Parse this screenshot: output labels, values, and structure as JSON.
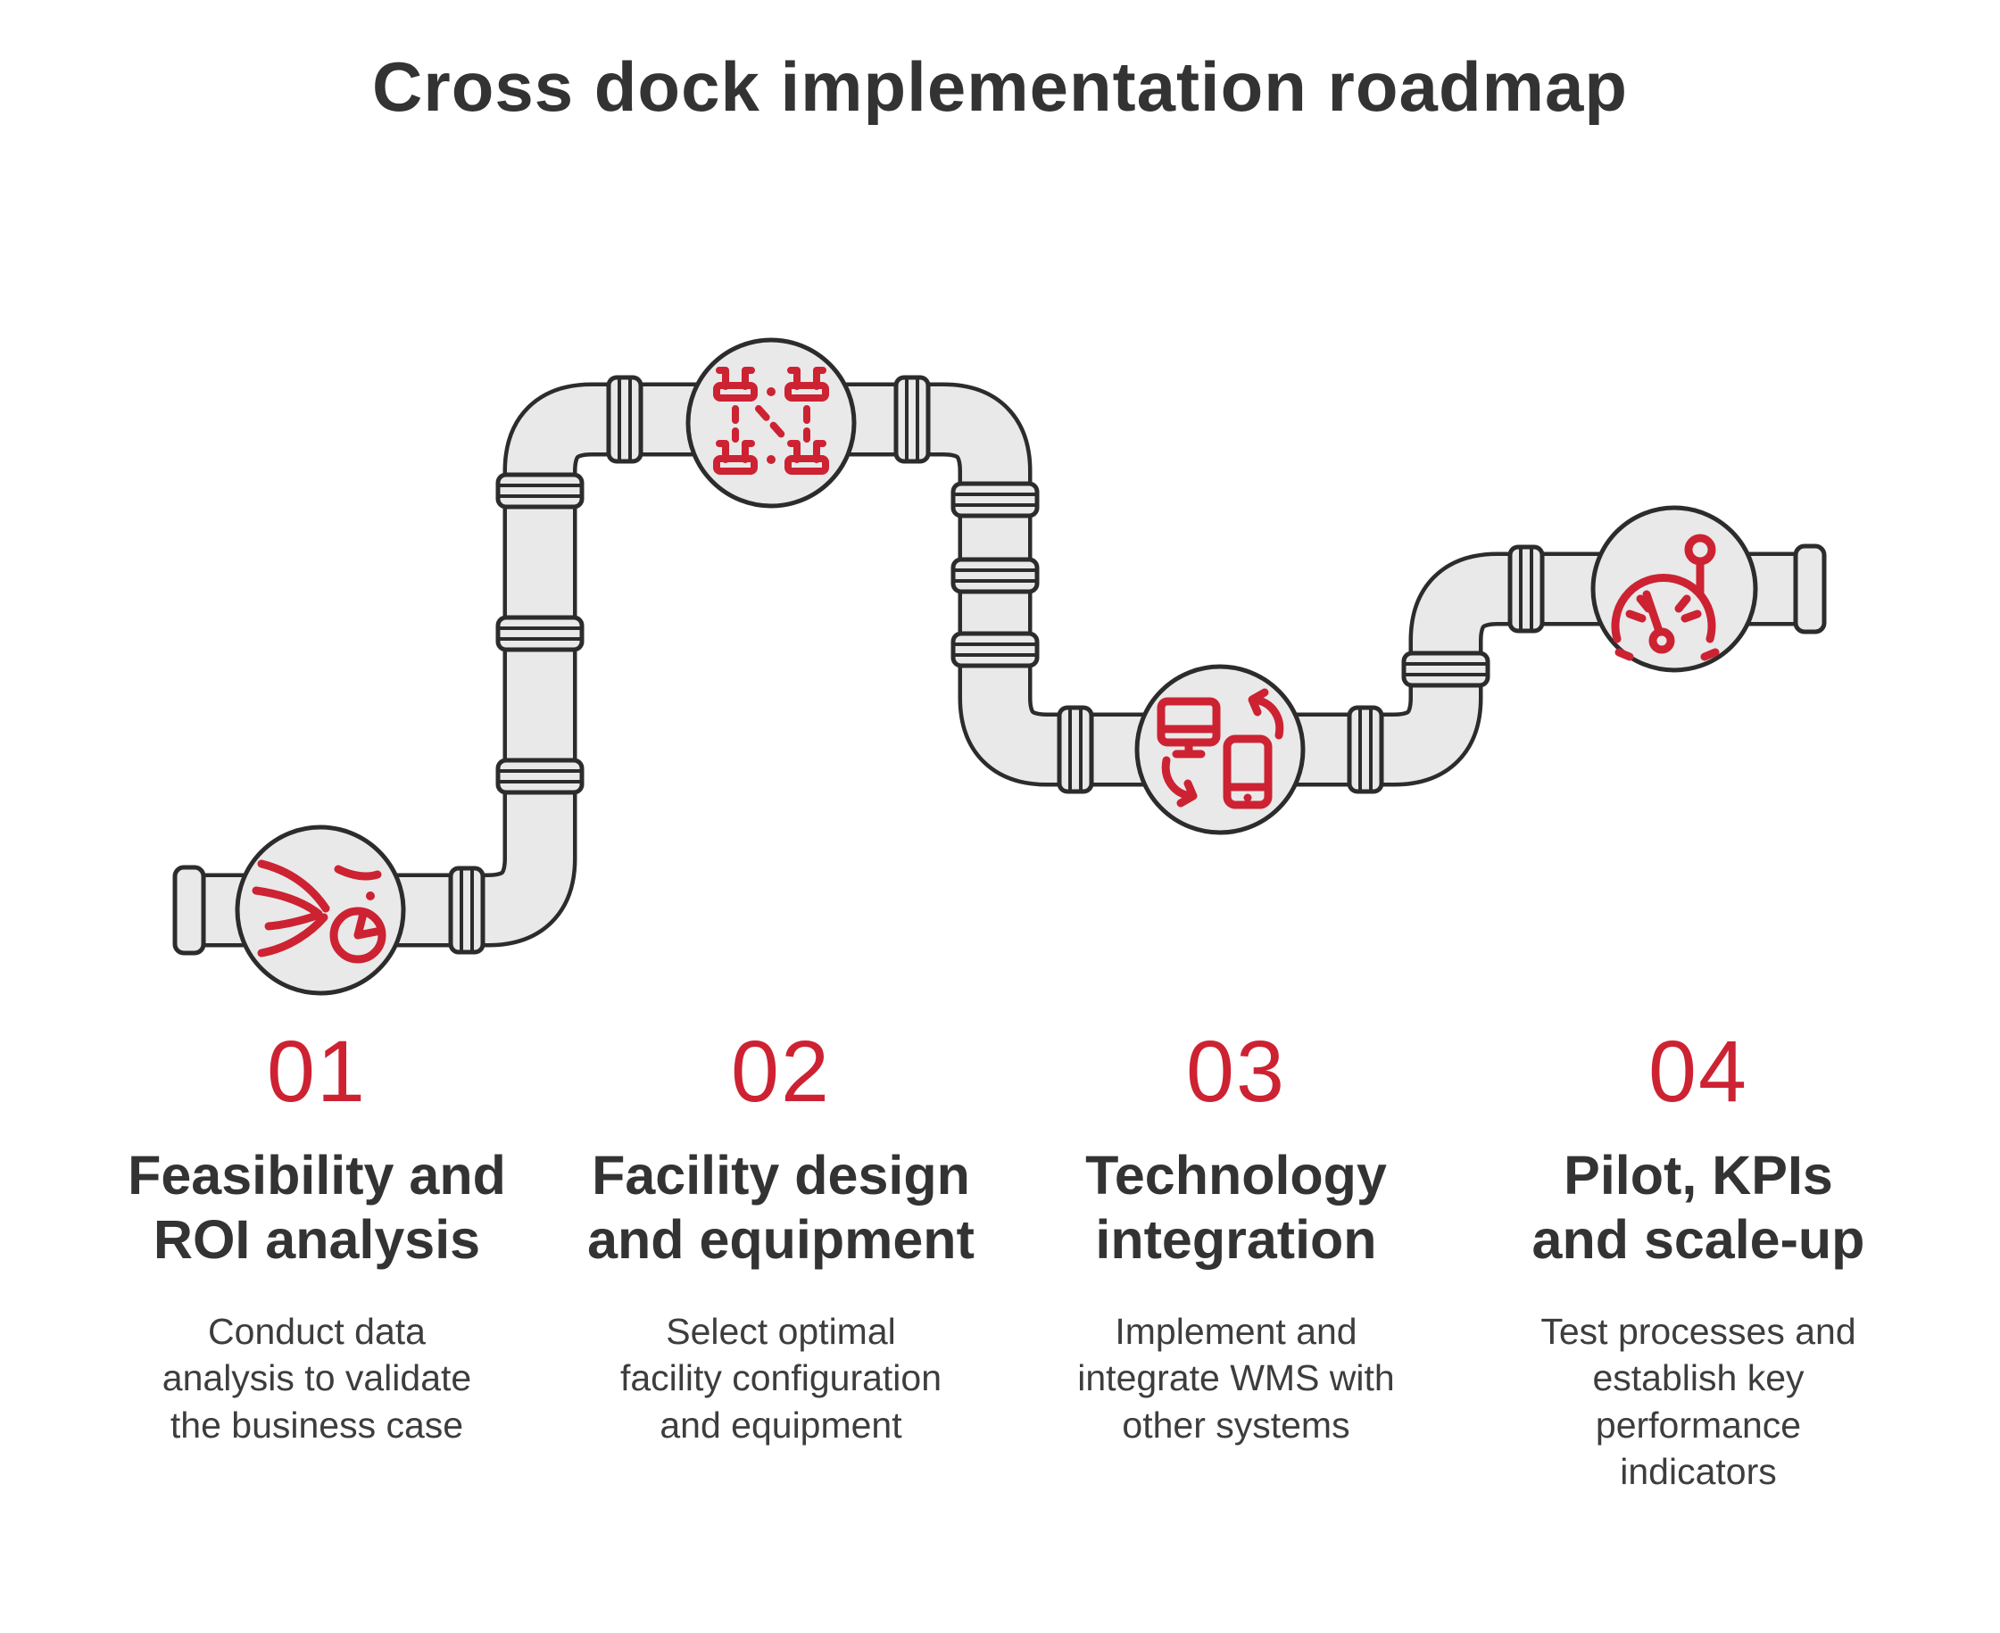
{
  "title": "Cross dock implementation roadmap",
  "colors": {
    "accent": "#cd2232",
    "pipe_fill": "#e9e9e9",
    "pipe_stroke": "#2c2c2c",
    "heading_text": "#333333",
    "body_text": "#3d3d3d"
  },
  "steps": [
    {
      "number": "01",
      "icon": "data-flow-pie-icon",
      "heading_lines": [
        "Feasibility and",
        "ROI analysis"
      ],
      "description_lines": [
        "Conduct data",
        "analysis to validate",
        "the business case"
      ]
    },
    {
      "number": "02",
      "icon": "cross-dock-docks-icon",
      "heading_lines": [
        "Facility design",
        "and equipment"
      ],
      "description_lines": [
        "Select optimal",
        "facility configuration",
        "and equipment"
      ]
    },
    {
      "number": "03",
      "icon": "device-sync-icon",
      "heading_lines": [
        "Technology",
        "integration"
      ],
      "description_lines": [
        "Implement and",
        "integrate WMS with",
        "other systems"
      ]
    },
    {
      "number": "04",
      "icon": "gauge-pin-icon",
      "heading_lines": [
        "Pilot, KPIs",
        "and scale-up"
      ],
      "description_lines": [
        "Test processes and",
        "establish key",
        "performance",
        "indicators"
      ]
    }
  ]
}
